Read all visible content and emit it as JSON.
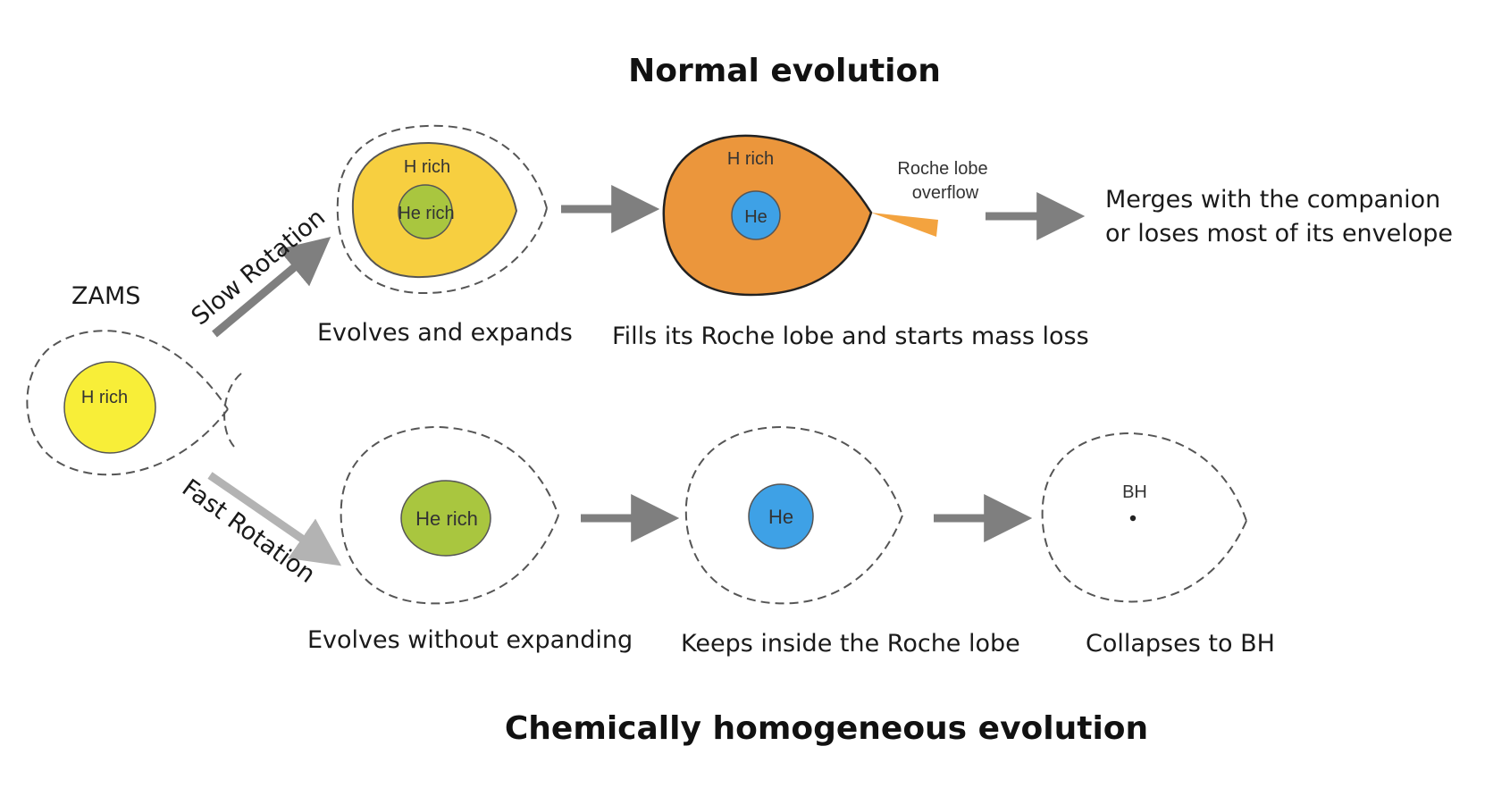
{
  "titles": {
    "normal": "Normal  evolution",
    "che": "Chemically homogeneous evolution"
  },
  "zams": {
    "label": "ZAMS",
    "core": "H rich"
  },
  "arrows": {
    "slow": "Slow Rotation",
    "fast": "Fast Rotation"
  },
  "normal": {
    "expand": {
      "outer": "H rich",
      "core": "He rich",
      "caption": "Evolves and expands"
    },
    "fill": {
      "outer": "H rich",
      "core": "He",
      "caption": "Fills its Roche lobe and starts mass loss",
      "overflow_line1": "Roche lobe",
      "overflow_line2": "overflow"
    },
    "outcome": {
      "line1": "Merges with the companion",
      "line2": "or loses most of its envelope"
    }
  },
  "che": {
    "stage1": {
      "core": "He rich",
      "caption": "Evolves without expanding"
    },
    "stage2": {
      "core": "He",
      "caption": "Keeps inside the Roche lobe"
    },
    "stage3": {
      "core": "BH",
      "caption": "Collapses to  BH"
    }
  },
  "colors": {
    "h_rich_yellow": "#f8ee38",
    "h_rich_gold": "#f7cf40",
    "h_rich_orange": "#eb963c",
    "he_rich_green": "#a9c63f",
    "he_blue": "#3ea1e6",
    "arrow_dark": "#7f7f7f",
    "arrow_light": "#b3b3b3"
  }
}
